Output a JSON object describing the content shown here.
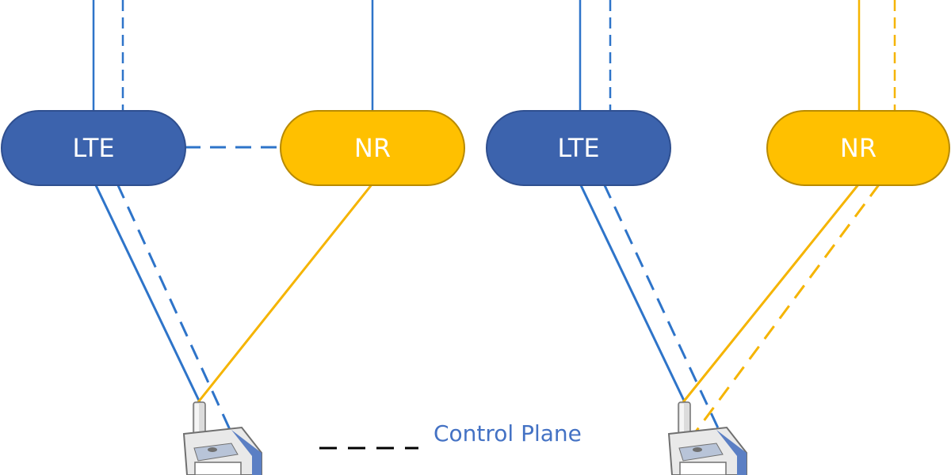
{
  "colors": {
    "lte": "#3c63ad",
    "lte_stroke": "#2f4f8f",
    "lte_line": "#2e74c9",
    "nr": "#ffc000",
    "nr_stroke": "#b88a00",
    "nr_line": "#f5b400",
    "legend_dash": "#000000",
    "legend_text": "#4472c4"
  },
  "diagrams": [
    {
      "lte_label": "LTE",
      "nr_label": "NR"
    },
    {
      "lte_label": "LTE",
      "nr_label": "NR"
    }
  ],
  "legend": {
    "control_plane_label": "Control Plane"
  }
}
